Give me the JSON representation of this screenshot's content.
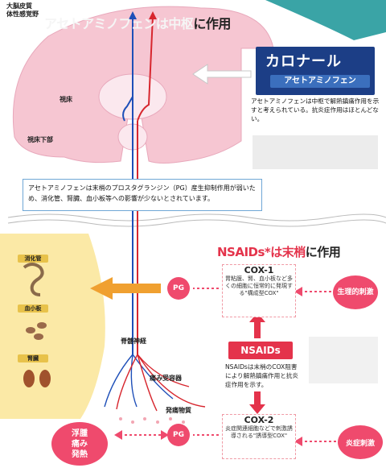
{
  "header": {
    "cortex_label": "大脳皮質",
    "somato_label": "体性感覚野",
    "title_colored": "アセトアミノフェンは中枢",
    "title_suffix": "に作用"
  },
  "brain_labels": {
    "thalamus": "視床",
    "hypothalamus": "視床下部"
  },
  "calonal": {
    "brand": "カロナール",
    "generic": "アセトアミノフェン",
    "description": "アセトアミノフェンは中枢で解熱鎮痛作用を示すと考えられている。抗炎症作用はほとんどない。"
  },
  "info_box": {
    "text": "アセトアミノフェンは末梢のプロスタグランジン（PG）産生抑制作用が弱いため、消化管、腎臓、血小板等への影響が少ないとされています。"
  },
  "nsaids_section": {
    "title_colored": "NSAIDs*は末梢",
    "title_suffix": "に作用"
  },
  "organs": [
    {
      "label": "消化管"
    },
    {
      "label": "血小板"
    },
    {
      "label": "腎臓"
    }
  ],
  "cox1": {
    "title": "COX-1",
    "text": "胃粘膜、腎、血小板など多くの細胞に恒常的に発現する\"構成型COX\""
  },
  "cox2": {
    "title": "COX-2",
    "text": "炎症関連細胞などで刺激誘導される\"誘導型COX\""
  },
  "nsaids_box": {
    "label": "NSAIDs",
    "description": "NSAIDsは末梢のCOX阻害により解熱鎮痛作用と抗炎症作用を示す。"
  },
  "pg_label": "PG",
  "stimuli": {
    "physiological": "生理的刺激",
    "inflammatory": "炎症刺激"
  },
  "symptoms": {
    "line1": "浮腫",
    "line2": "痛み",
    "line3": "発熱"
  },
  "nerve_labels": {
    "spinal": "脊髄神経",
    "pain_receptor": "痛み受容器",
    "pain_substance": "発痛物質"
  },
  "colors": {
    "brain": "#f6c6d2",
    "navy": "#1c3e86",
    "pink_accent": "#ef4a6d",
    "nsaids_red": "#e4334b",
    "orange_arrow": "#f0a030",
    "organ_bg": "#fbe9a6"
  }
}
